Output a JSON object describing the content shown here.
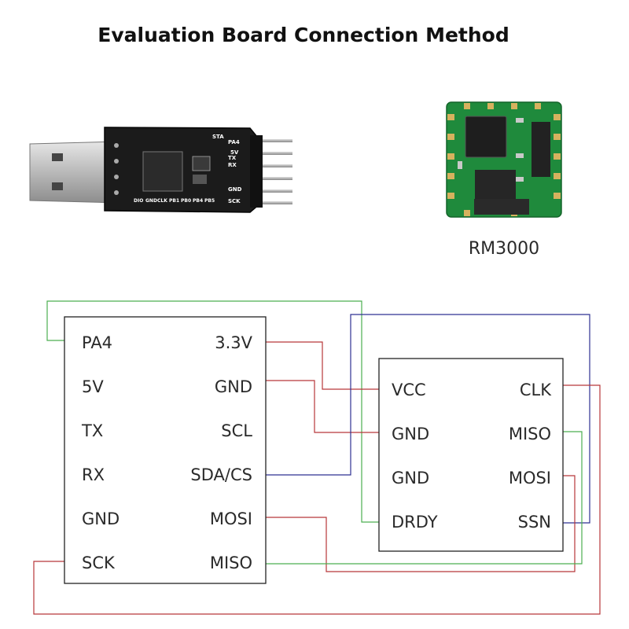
{
  "title": "Evaluation Board Connection Method",
  "usb_adapter": {
    "silkscreen_right": [
      "STA",
      "PA4",
      "5V",
      "TX",
      "RX",
      "GND",
      "SCK"
    ],
    "silkscreen_bottom": [
      "DIO",
      "GND",
      "CLK",
      "PB1",
      "PB0",
      "PB4",
      "PB5"
    ]
  },
  "sensor_module": {
    "caption": "RM3000"
  },
  "adapter_board": {
    "left_pins": [
      "PA4",
      "5V",
      "TX",
      "RX",
      "GND",
      "SCK"
    ],
    "right_pins": [
      "3.3V",
      "GND",
      "SCL",
      "SDA/CS",
      "MOSI",
      "MISO"
    ]
  },
  "rm3000_board": {
    "left_pins": [
      "VCC",
      "GND",
      "GND",
      "DRDY"
    ],
    "right_pins": [
      "CLK",
      "MISO",
      "MOSI",
      "SSN"
    ]
  },
  "wire_colors": {
    "red": "#b8373a",
    "green": "#4caf50",
    "blue": "#2e3192"
  },
  "connections": [
    {
      "from": "PA4",
      "to": "DRDY",
      "color": "green"
    },
    {
      "from": "3.3V",
      "to": "VCC",
      "color": "red"
    },
    {
      "from": "GND",
      "to": "GND",
      "color": "red"
    },
    {
      "from": "SDA/CS",
      "to": "SSN",
      "color": "blue"
    },
    {
      "from": "MOSI",
      "to": "MOSI",
      "color": "red"
    },
    {
      "from": "MISO",
      "to": "MISO",
      "color": "green"
    },
    {
      "from": "SCK",
      "to": "CLK",
      "color": "red"
    }
  ]
}
